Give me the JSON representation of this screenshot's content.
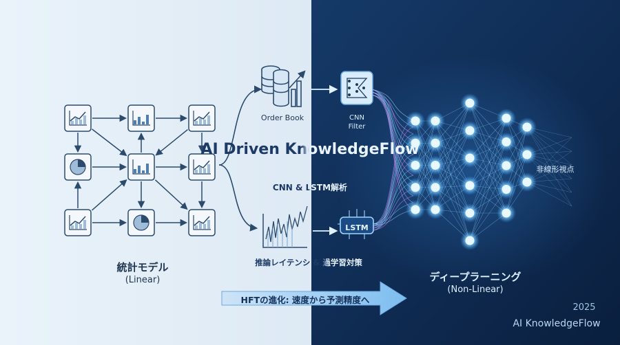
{
  "title": "AI Driven KnowledgeFlow",
  "subtitle": "CNN & LSTM解析",
  "linear_section": {
    "title": "統計モデル",
    "subtitle": "(Linear)"
  },
  "deep_section": {
    "title": "ディープラーニング",
    "subtitle": "(Non-Linear)"
  },
  "order_book_label": "Order Book",
  "cnn_label": "CNN\nFilter",
  "lstm_label": "LSTM",
  "nonlinear_label": "非線形視点",
  "inference_label": "推論レイテンシ & 過学習対策",
  "arrow_label": "HFTの進化: 速度から予測精度へ",
  "footer": {
    "year": "2025",
    "brand": "AI KnowledgeFlow"
  },
  "colors": {
    "light_bg": "#eef5fb",
    "dark_bg": "#0f2a50",
    "node_glow": "#7fd4ff",
    "icon_stroke": "#2b4a6c"
  },
  "icons": {
    "grid": [
      "line-chart-icon",
      "bar-chart-icon",
      "line-chart-icon",
      "pie-chart-icon",
      "bar-chart-icon",
      "line-chart-icon",
      "line-chart-icon",
      "pie-chart-icon",
      "line-chart-icon"
    ],
    "order_book": "database-bars-icon",
    "cnn": "neural-filter-icon",
    "inference": "noisy-line-chart-icon",
    "lstm": "lstm-chip-icon"
  },
  "network_layers": [
    5,
    5,
    6,
    5,
    3
  ]
}
